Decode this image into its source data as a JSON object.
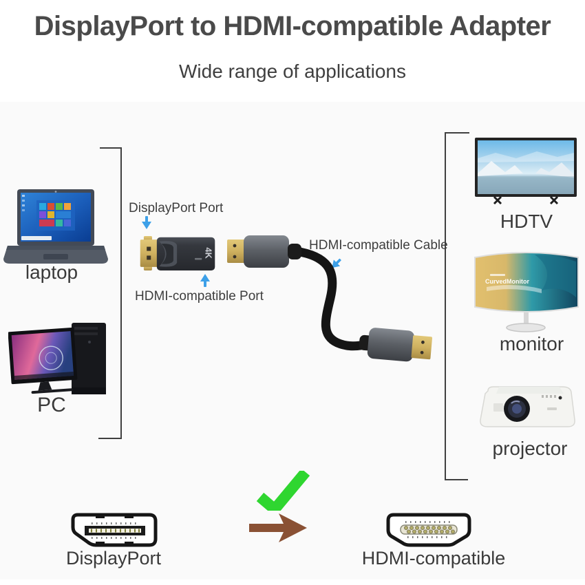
{
  "header": {
    "title": "DisplayPort to HDMI-compatible Adapter",
    "subtitle": "Wide range of applications"
  },
  "devices": {
    "laptop_label": "laptop",
    "pc_label": "PC",
    "hdtv_label": "HDTV",
    "monitor_label": "monitor",
    "projector_label": "projector",
    "monitor_screen_text": "CurvedMonitor"
  },
  "adapter": {
    "displayport_port_label": "DisplayPort Port",
    "hdmi_port_label": "HDMI-compatible Port",
    "cable_label": "HDMI-compatible Cable",
    "badge_4k": "4K"
  },
  "footer": {
    "displayport_label": "DisplayPort",
    "hdmi_label": "HDMI-compatible"
  },
  "colors": {
    "title_text": "#4a4a4a",
    "label_text": "#3a3a3a",
    "arrow_blue": "#3da0e8",
    "check_green": "#2fd630",
    "arrow_brown": "#8a5134",
    "connector_gold": "#d4b363",
    "adapter_body": "#35383e",
    "bracket_line": "#3f3f3f"
  }
}
